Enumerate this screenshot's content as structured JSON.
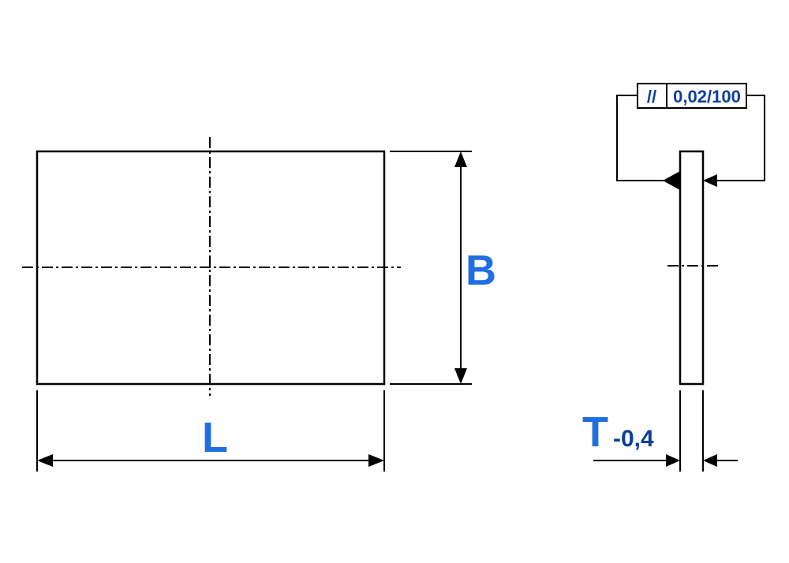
{
  "colors": {
    "line": "#000000",
    "dimension_label": "#1f6fe0",
    "tolerance_text": "#0b3f9c"
  },
  "dimensions": {
    "length": "L",
    "width": "B",
    "thickness": "T",
    "thickness_tolerance": "-0,4"
  },
  "feature_control_frame": {
    "symbol": "//",
    "tolerance": "0,02/100"
  }
}
